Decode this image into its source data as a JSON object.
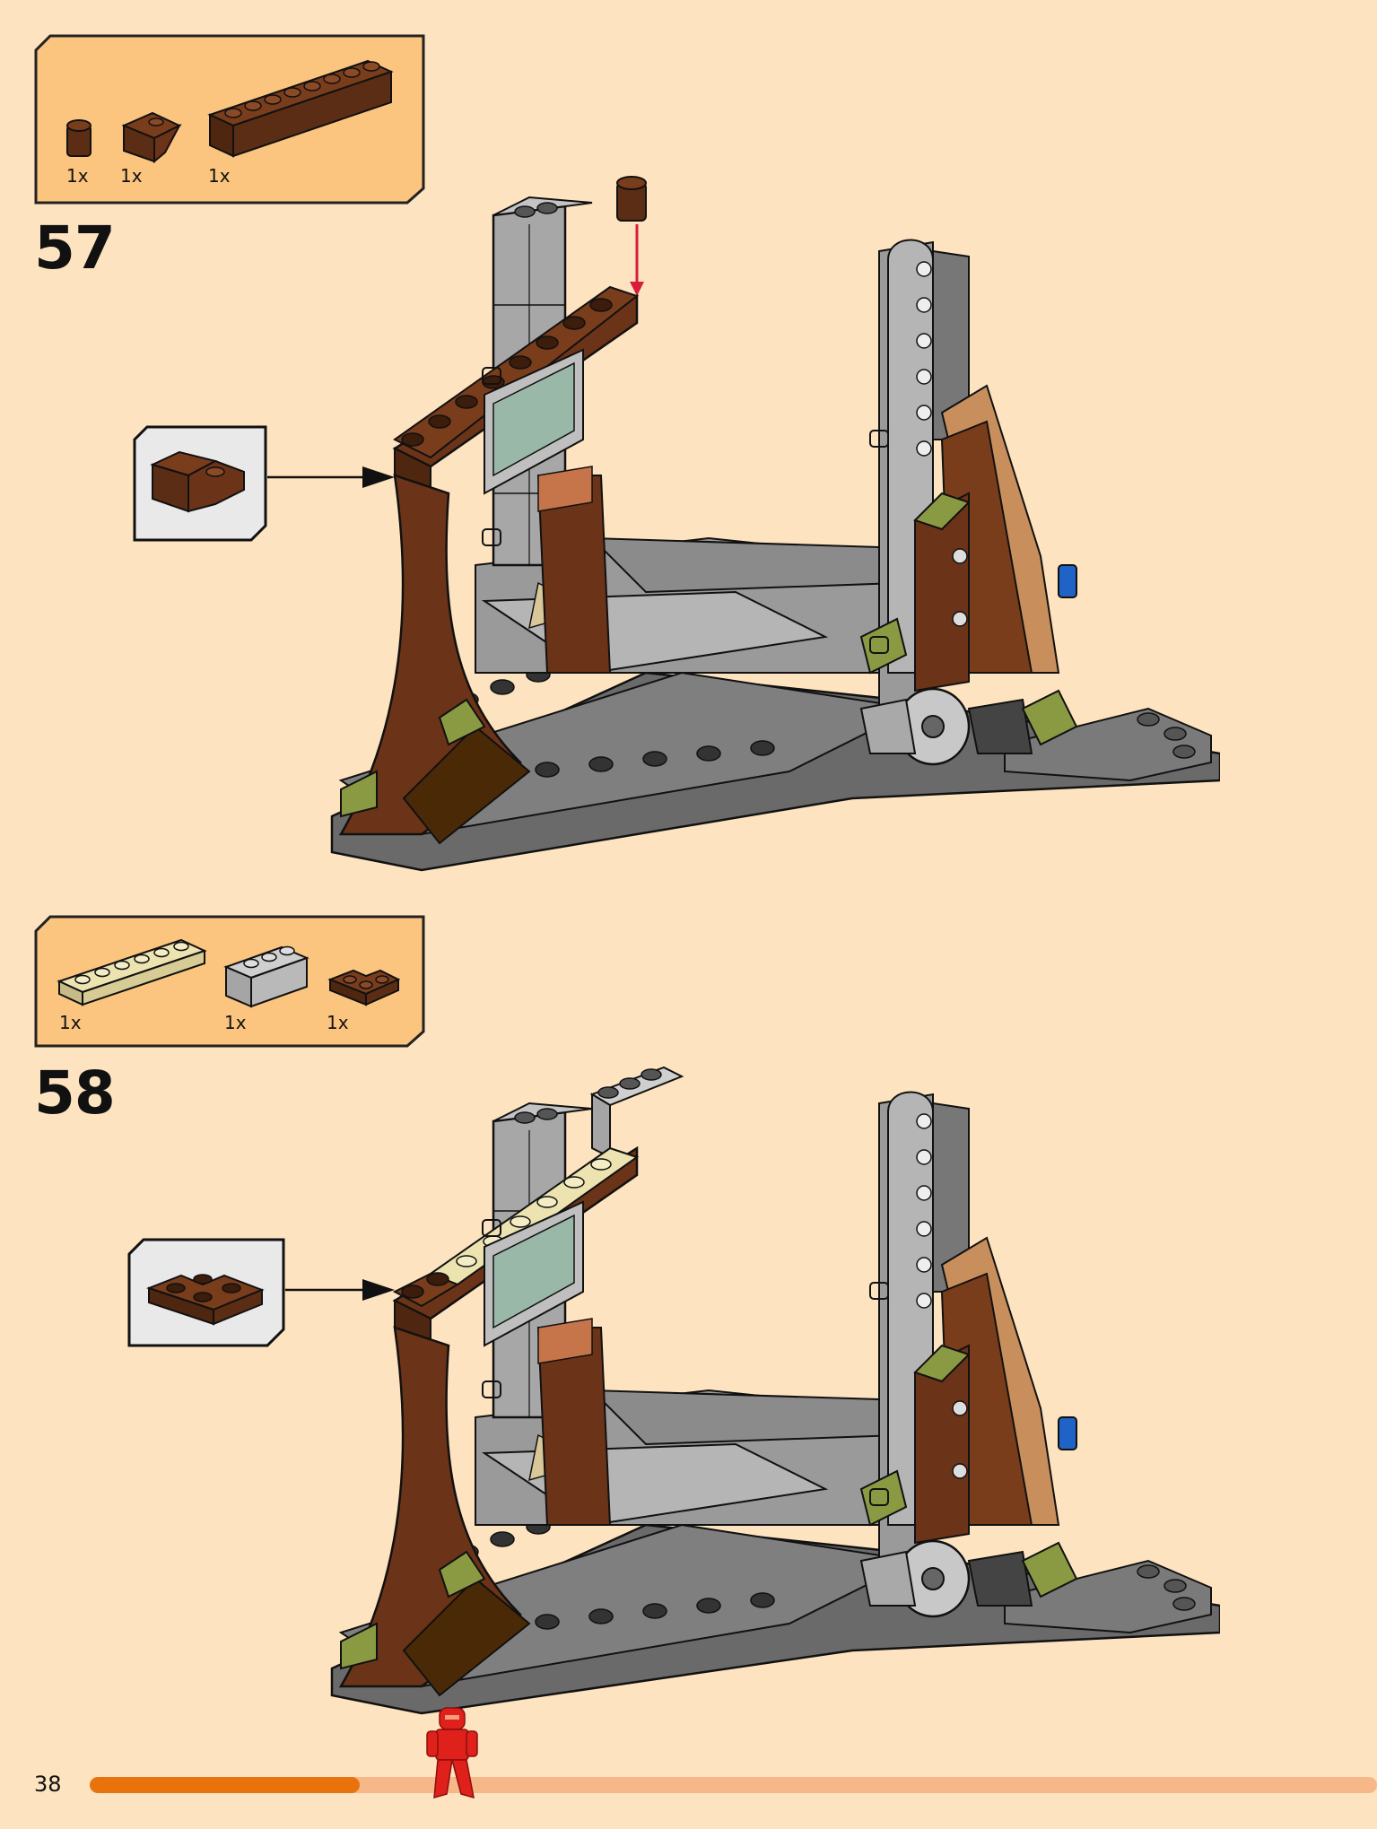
{
  "page": {
    "number": "38"
  },
  "colors": {
    "background": "#fde3bf",
    "parts_box": "#fbc57f",
    "progress_done": "#e8730c",
    "progress_todo": "#f6b889",
    "minifig": "#e0201b"
  },
  "progress": {
    "fraction": 0.21
  },
  "steps": [
    {
      "number": "57",
      "parts": [
        {
          "name": "reddish-brown round brick 1x1",
          "qty": "1x"
        },
        {
          "name": "reddish-brown inverted slope",
          "qty": "1x"
        },
        {
          "name": "reddish-brown brick 1x8",
          "qty": "1x"
        }
      ],
      "callout": {
        "name": "reddish-brown slope 1x2"
      }
    },
    {
      "number": "58",
      "parts": [
        {
          "name": "tan plate 1x6",
          "qty": "1x"
        },
        {
          "name": "light gray brick 1x3",
          "qty": "1x"
        },
        {
          "name": "reddish-brown corner plate",
          "qty": "1x"
        }
      ],
      "callout": {
        "name": "reddish-brown corner plate"
      }
    }
  ],
  "icons": {
    "model": "lego-model-illustration",
    "minifig": "red-ninja-minifigure-icon"
  }
}
